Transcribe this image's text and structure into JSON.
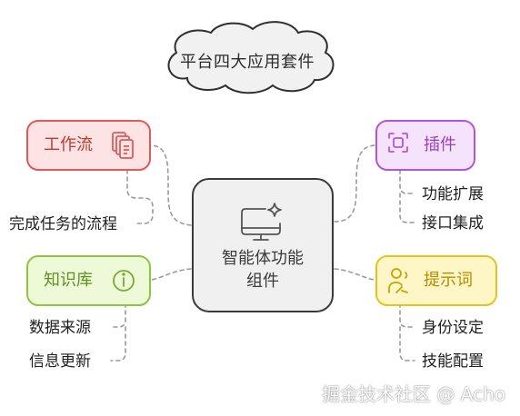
{
  "title": "平台四大应用套件",
  "center": {
    "line1": "智能体功能",
    "line2": "组件"
  },
  "nodes": {
    "workflow": {
      "label": "工作流",
      "icon": "workflow-document-icon",
      "color": "#e05a5a",
      "fill": "#fde3e3",
      "leaves": [
        "完成任务的流程"
      ]
    },
    "knowledge": {
      "label": "知识库",
      "icon": "info-icon",
      "color": "#8cc63f",
      "fill": "#eef9d7",
      "leaves": [
        "数据来源",
        "信息更新"
      ]
    },
    "plugin": {
      "label": "插件",
      "icon": "plugin-icon",
      "color": "#b455d8",
      "fill": "#f5e3fb",
      "leaves": [
        "功能扩展",
        "接口集成"
      ]
    },
    "prompt": {
      "label": "提示词",
      "icon": "prompt-person-icon",
      "color": "#e8c21a",
      "fill": "#fff6c8",
      "leaves": [
        "身份设定",
        "技能配置"
      ]
    }
  },
  "watermark": "掘金技术社区 @ Acho"
}
